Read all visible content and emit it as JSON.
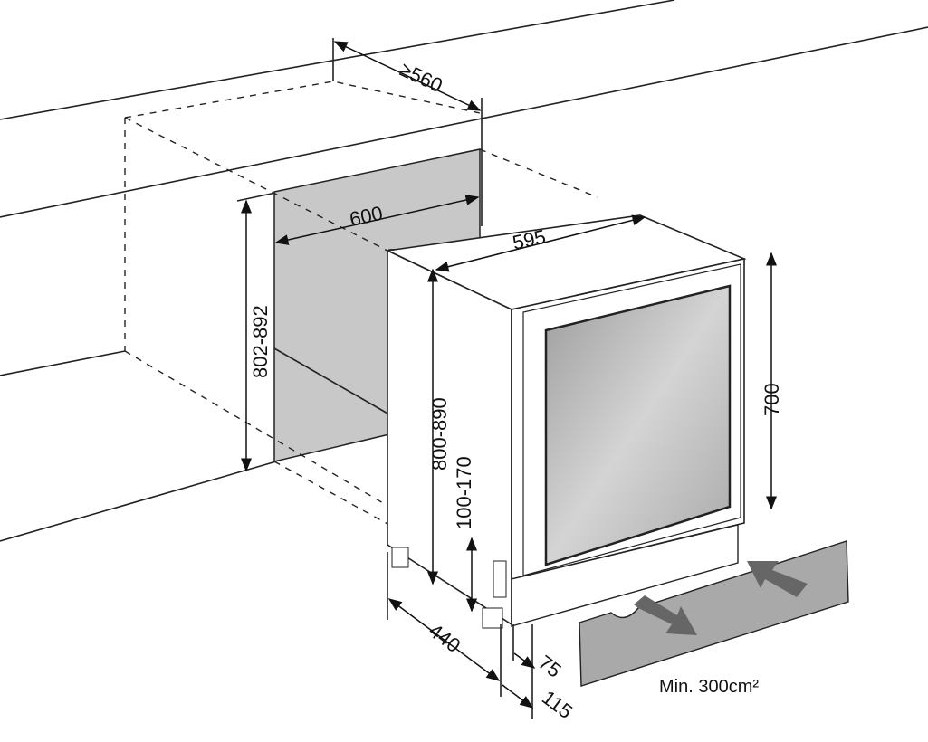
{
  "diagram": {
    "title": "Built-in installation dimensions",
    "dimensions": {
      "depth_min": "≥560",
      "niche_width": "600",
      "appliance_width": "595",
      "niche_height": "802-892",
      "appliance_height": "800-890",
      "plinth_height": "100-170",
      "door_height": "700",
      "appliance_depth": "440",
      "plinth_offset": "75",
      "plinth_depth": "115"
    },
    "vent_note": "Min. 300cm²",
    "colors": {
      "line": "#222222",
      "opening": "#c8c8c8",
      "grille": "#a9a9a9",
      "glass": "#b5b5b5",
      "arrow": "#666666"
    }
  }
}
